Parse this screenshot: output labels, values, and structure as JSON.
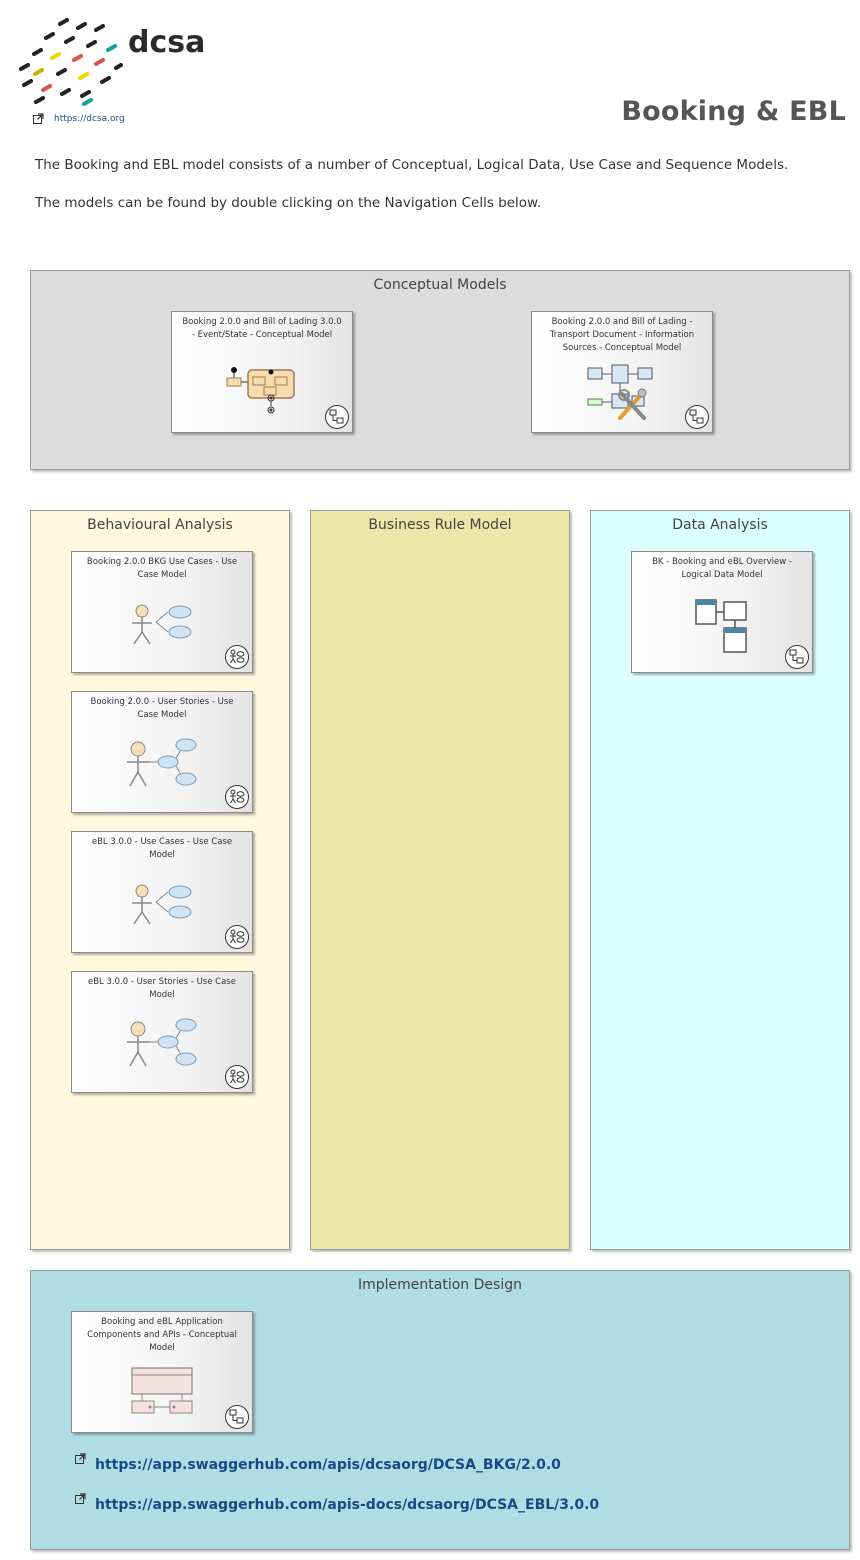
{
  "header": {
    "logo_text": "dcsa",
    "link": "https://dcsa.org",
    "title": "Booking & EBL",
    "intro": [
      "The Booking and EBL model consists of a number of Conceptual, Logical Data, Use Case and Sequence Models.",
      "The models can be found by double clicking on the Navigation Cells below."
    ]
  },
  "panels": {
    "conceptual": {
      "title": "Conceptual Models",
      "cells": [
        {
          "label": "Booking 2.0.0 and Bill of Lading 3.0.0 - Event/State - Conceptual Model",
          "icon": "state-machine-icon"
        },
        {
          "label": "Booking 2.0.0 and Bill of Lading - Transport Document - Information Sources - Conceptual Model",
          "icon": "tools-diagram-icon"
        }
      ]
    },
    "behaviour": {
      "title": "Behavioural Analysis",
      "cells": [
        {
          "label": "Booking 2.0.0 BKG Use Cases - Use Case Model",
          "icon": "use-case-icon"
        },
        {
          "label": "Booking 2.0.0 - User Stories - Use Case Model",
          "icon": "user-story-icon"
        },
        {
          "label": "eBL 3.0.0 - Use Cases - Use Case Model",
          "icon": "use-case-icon"
        },
        {
          "label": "eBL 3.0.0 - User Stories - Use Case Model",
          "icon": "user-story-icon"
        }
      ]
    },
    "business": {
      "title": "Business Rule Model"
    },
    "data": {
      "title": "Data Analysis",
      "cells": [
        {
          "label": "BK - Booking and eBL Overview - Logical Data Model",
          "icon": "class-diagram-icon"
        }
      ]
    },
    "impl": {
      "title": "Implementation Design",
      "cells": [
        {
          "label": "Booking and eBL Application Components and APIs - Conceptual Model",
          "icon": "component-icon"
        }
      ],
      "links": [
        "https://app.swaggerhub.com/apis/dcsaorg/DCSA_BKG/2.0.0",
        "https://app.swaggerhub.com/apis-docs/dcsaorg/DCSA_EBL/3.0.0"
      ]
    }
  },
  "colors": {
    "conceptual_bg": "#dcdcdc",
    "behaviour_bg": "#fff8de",
    "business_bg": "#ede6a9",
    "data_bg": "#dcffff",
    "impl_bg": "#b0dde3",
    "link": "#174a85"
  }
}
